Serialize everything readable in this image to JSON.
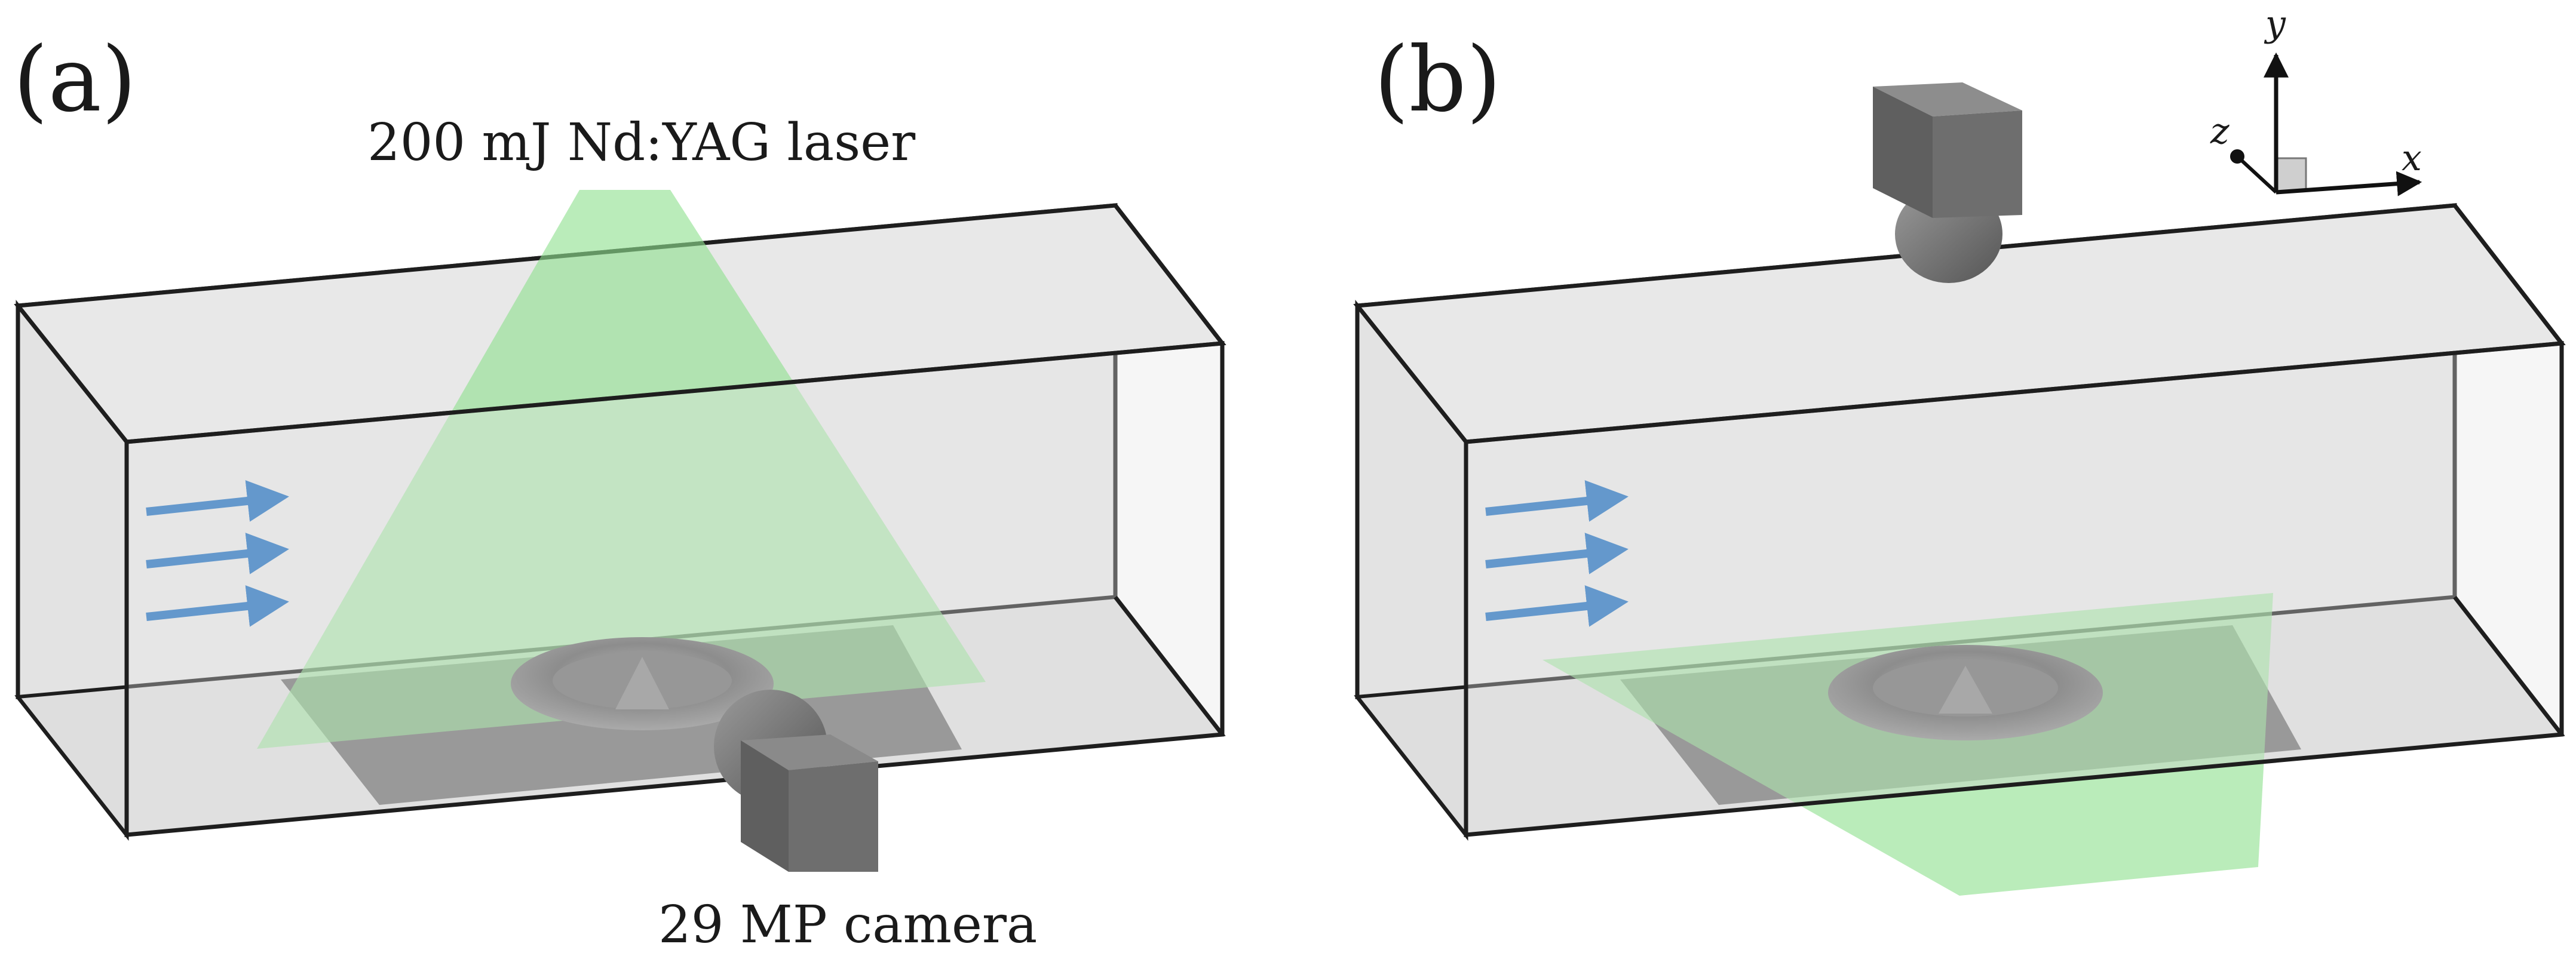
{
  "panels": {
    "a": {
      "label": "(a)",
      "laser_label": "200 mJ Nd:YAG laser",
      "camera_label": "29 MP camera"
    },
    "b": {
      "label": "(b)",
      "axes": {
        "x": "x",
        "y": "y",
        "z": "z"
      }
    }
  },
  "colors": {
    "tunnel_fill": "#e6e6e6",
    "tunnel_edge": "#1e1e1e",
    "laser_green": "#8fe08f",
    "plate_gray": "#707070",
    "flow_arrow": "#1f6fbf",
    "camera_gray": "#6e6e6e"
  },
  "icons": [
    "flow-arrow-icon",
    "camera-icon",
    "coordinate-axes-icon"
  ]
}
